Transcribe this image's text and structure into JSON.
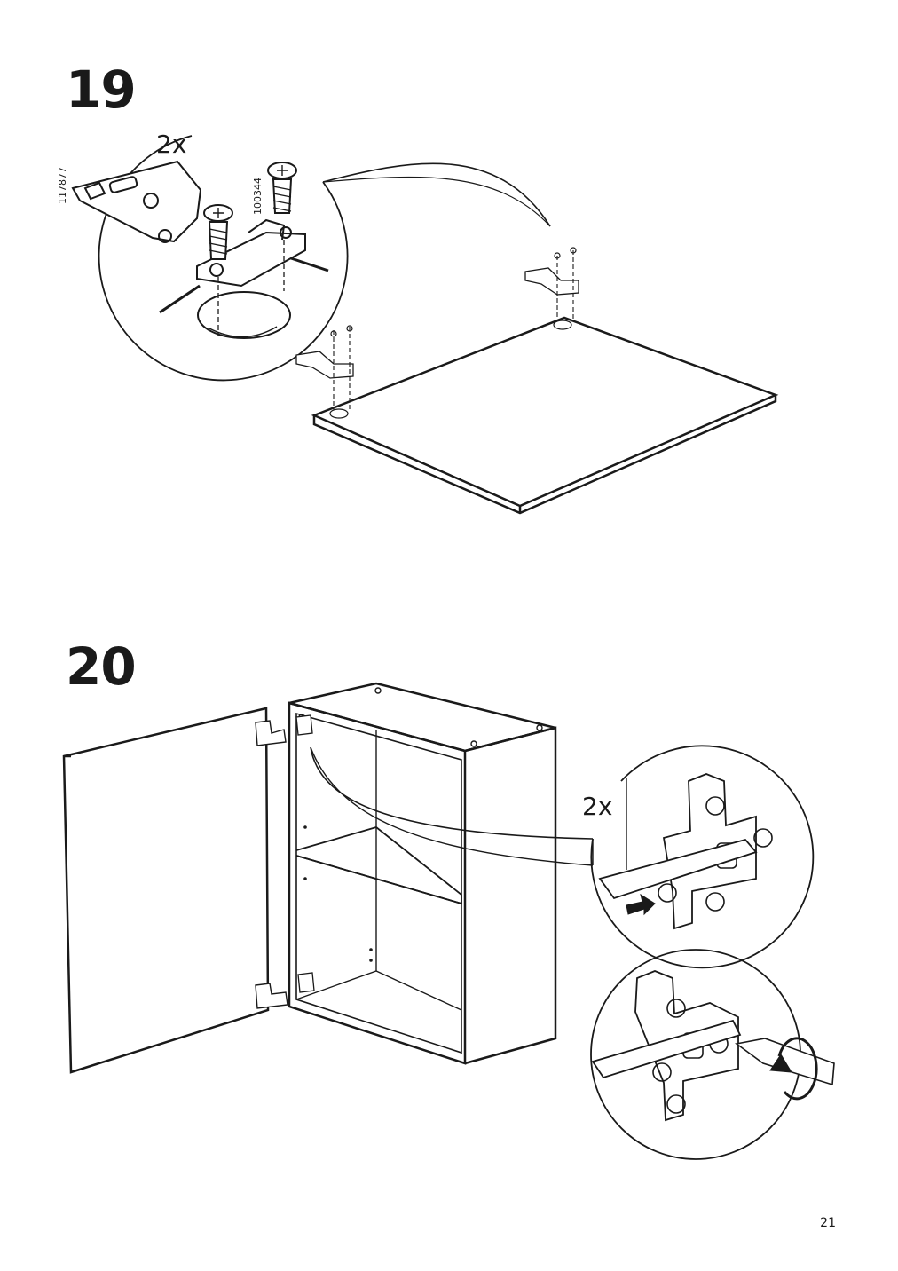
{
  "steps": [
    {
      "number": "19",
      "quantity": "2x",
      "parts": [
        "117877",
        "100344"
      ]
    },
    {
      "number": "20",
      "quantity": "2x"
    }
  ],
  "page_number": "21"
}
